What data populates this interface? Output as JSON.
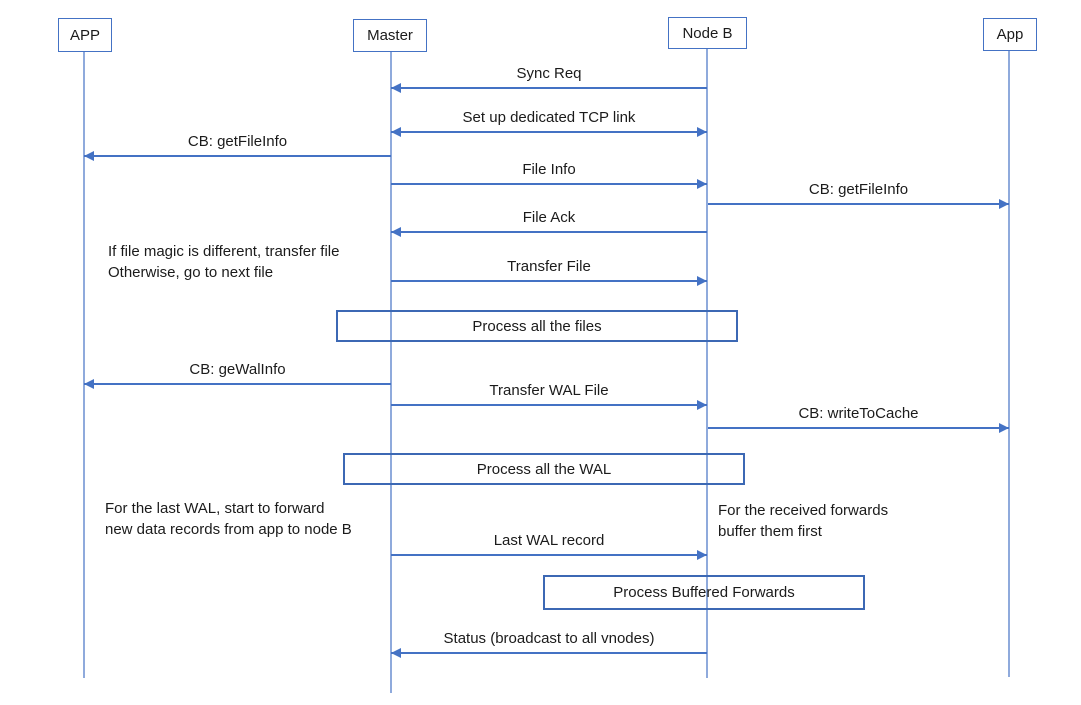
{
  "diagram": {
    "type": "sequence-diagram",
    "colors": {
      "message_line": "#4472C4",
      "lifeline": "#8FAADC",
      "process_box_border": "#3C68B4",
      "actor_box_border": "#4472C4",
      "text": "#1b1b1b",
      "background": "#ffffff"
    },
    "actors": [
      {
        "label": "APP"
      },
      {
        "label": "Master"
      },
      {
        "label": "Node B"
      },
      {
        "label": "App"
      }
    ],
    "messages": [
      {
        "label": "Sync Req",
        "from": "Node B",
        "to": "Master"
      },
      {
        "label": "Set up dedicated TCP link",
        "from": "Master",
        "to": "Node B",
        "bidirectional": true
      },
      {
        "label": "CB: getFileInfo",
        "from": "Master",
        "to": "APP"
      },
      {
        "label": "File Info",
        "from": "Master",
        "to": "Node B"
      },
      {
        "label": "CB: getFileInfo",
        "from": "Node B",
        "to": "App"
      },
      {
        "label": "File Ack",
        "from": "Node B",
        "to": "Master"
      },
      {
        "label": "Transfer File",
        "from": "Master",
        "to": "Node B"
      },
      {
        "label": "CB: geWalInfo",
        "from": "Master",
        "to": "APP"
      },
      {
        "label": "Transfer WAL File",
        "from": "Master",
        "to": "Node B"
      },
      {
        "label": "CB: writeToCache",
        "from": "Node B",
        "to": "App"
      },
      {
        "label": "Last WAL record",
        "from": "Master",
        "to": "Node B"
      },
      {
        "label": "Status (broadcast to all vnodes)",
        "from": "Node B",
        "to": "Master"
      }
    ],
    "process_boxes": [
      {
        "label": "Process all the files"
      },
      {
        "label": "Process all the WAL"
      },
      {
        "label": "Process Buffered Forwards"
      }
    ],
    "notes": [
      {
        "text": "If file magic is different, transfer file\nOtherwise, go to next file"
      },
      {
        "text": "For the last WAL, start to forward\nnew data records from app to node B"
      },
      {
        "text": "For the received forwards\nbuffer them first"
      }
    ]
  }
}
